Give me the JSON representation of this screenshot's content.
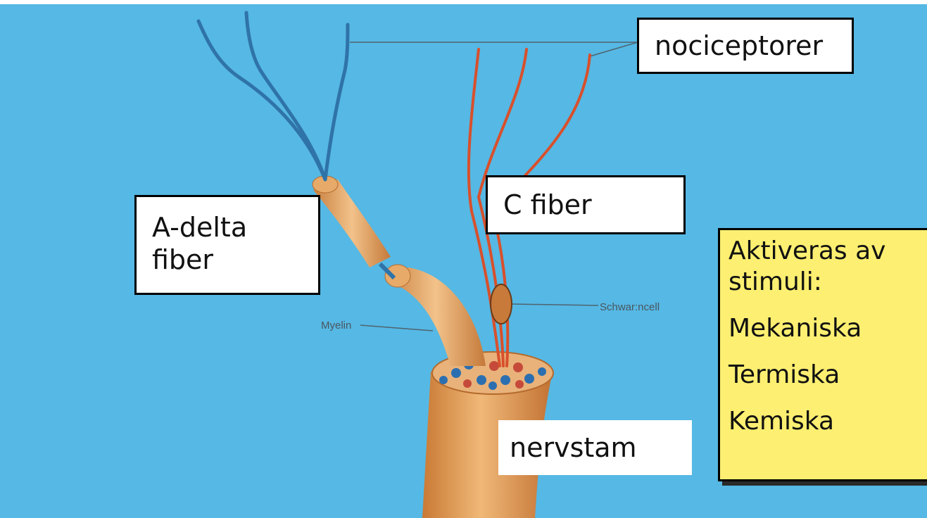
{
  "labels": {
    "nociceptorer": "nociceptorer",
    "adelta_line1": "A-delta",
    "adelta_line2": "fiber",
    "cfiber": "C fiber",
    "nervstam": "nervstam",
    "myelin": "Myelin",
    "schwann": "Schwar:ncell"
  },
  "stimuli_box": {
    "line1": "Aktiveras av",
    "line2": "stimuli:",
    "items": [
      "Mekaniska",
      "Termiska",
      "Kemiska"
    ]
  },
  "colors": {
    "background_blue": "#56b8e4",
    "a_delta_fiber": "#2f73a8",
    "c_fiber": "#d8502c",
    "myelin": "#e2a15a",
    "stimuli_box_fill": "#fdef71"
  }
}
